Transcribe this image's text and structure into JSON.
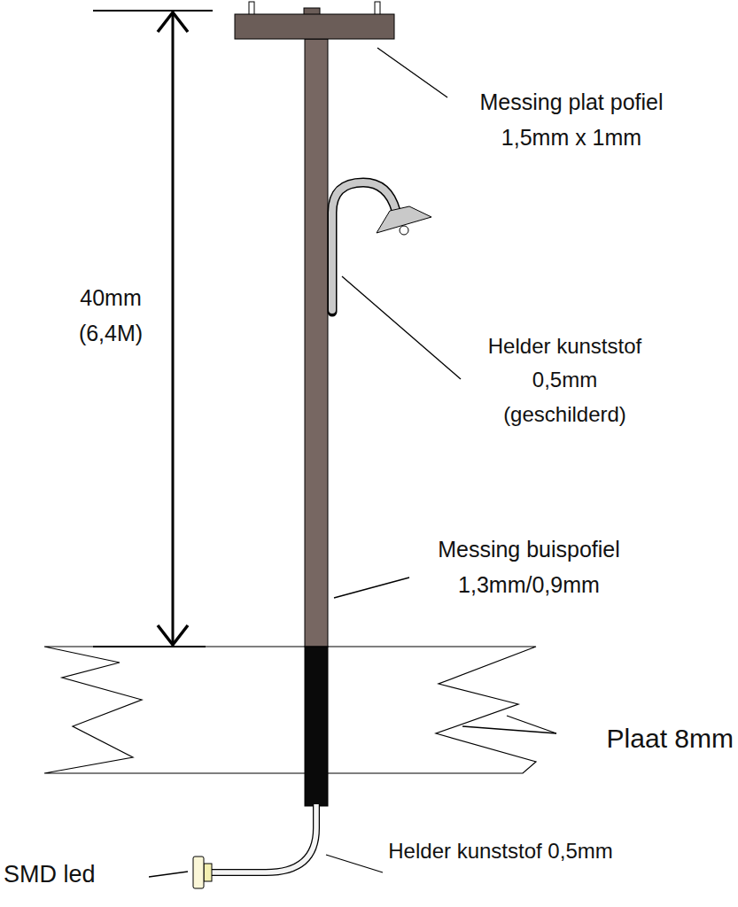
{
  "diagram": {
    "labels": [
      "Messing plat pofiel 1,5mm x 1mm",
      "40mm (6,4M)",
      "Helder kunststof 0,5mm (geschilderd)",
      "Messing buispofiel 1,3mm/0,9mm",
      "Plaat 8mm",
      "SMD led",
      "Helder kunststof 0,5mm"
    ]
  }
}
